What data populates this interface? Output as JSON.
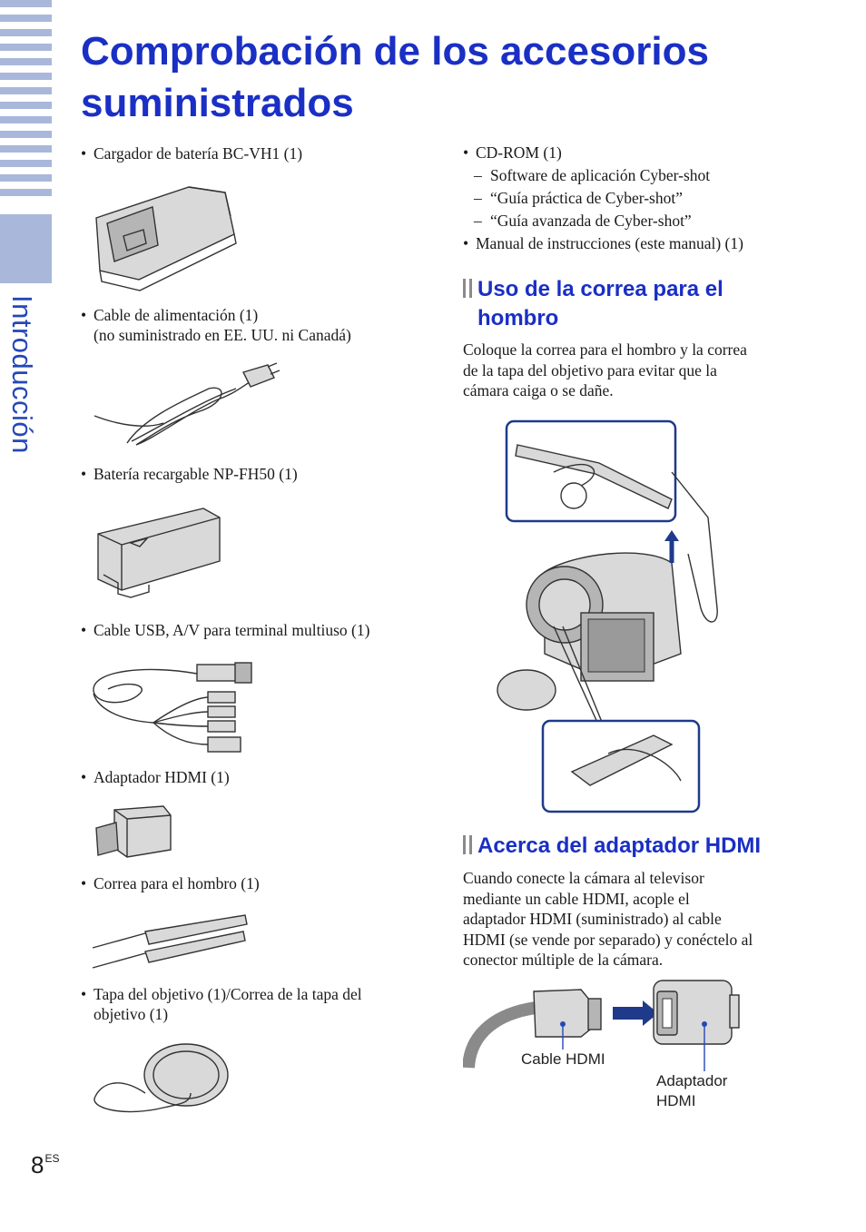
{
  "page": {
    "section_tab": "Introducción",
    "title_line1": "Comprobación de los accesorios",
    "title_line2": "suministrados",
    "page_number": "8",
    "page_suffix": "ES"
  },
  "left_items": [
    {
      "text": "Cargador de batería BC-VH1 (1)"
    },
    {
      "text": "Cable de alimentación (1)",
      "text2": "(no suministrado en EE. UU. ni Canadá)"
    },
    {
      "text": "Batería recargable NP-FH50 (1)"
    },
    {
      "text": "Cable USB, A/V para terminal multiuso (1)"
    },
    {
      "text": "Adaptador HDMI (1)"
    },
    {
      "text": "Correa para el hombro (1)"
    },
    {
      "text": "Tapa del objetivo (1)/Correa de la tapa del",
      "text2": "objetivo (1)"
    }
  ],
  "right_list": {
    "cdrom": "CD-ROM (1)",
    "cdrom_items": [
      "Software de aplicación Cyber-shot",
      "“Guía práctica de Cyber-shot”",
      "“Guía avanzada de Cyber-shot”"
    ],
    "manual": "Manual de instrucciones (este manual) (1)"
  },
  "strap_section": {
    "heading_line1": "Uso de la correa para el",
    "heading_line2": "hombro",
    "body": [
      "Coloque la correa para el hombro y la correa",
      "de la tapa del objetivo para evitar que la",
      "cámara caiga o se dañe."
    ]
  },
  "hdmi_section": {
    "heading": "Acerca del adaptador HDMI",
    "body": [
      "Cuando conecte la cámara al televisor",
      "mediante un cable HDMI, acople el",
      "adaptador HDMI (suministrado) al cable",
      "HDMI (se vende por separado) y conéctelo al",
      "conector múltiple de la cámara."
    ],
    "label_cable": "Cable HDMI",
    "label_adapter_line1": "Adaptador",
    "label_adapter_line2": "HDMI"
  },
  "colors": {
    "accent": "#1a2fc4",
    "tab": "#a9b8da",
    "frame": "#1f3a8a"
  }
}
